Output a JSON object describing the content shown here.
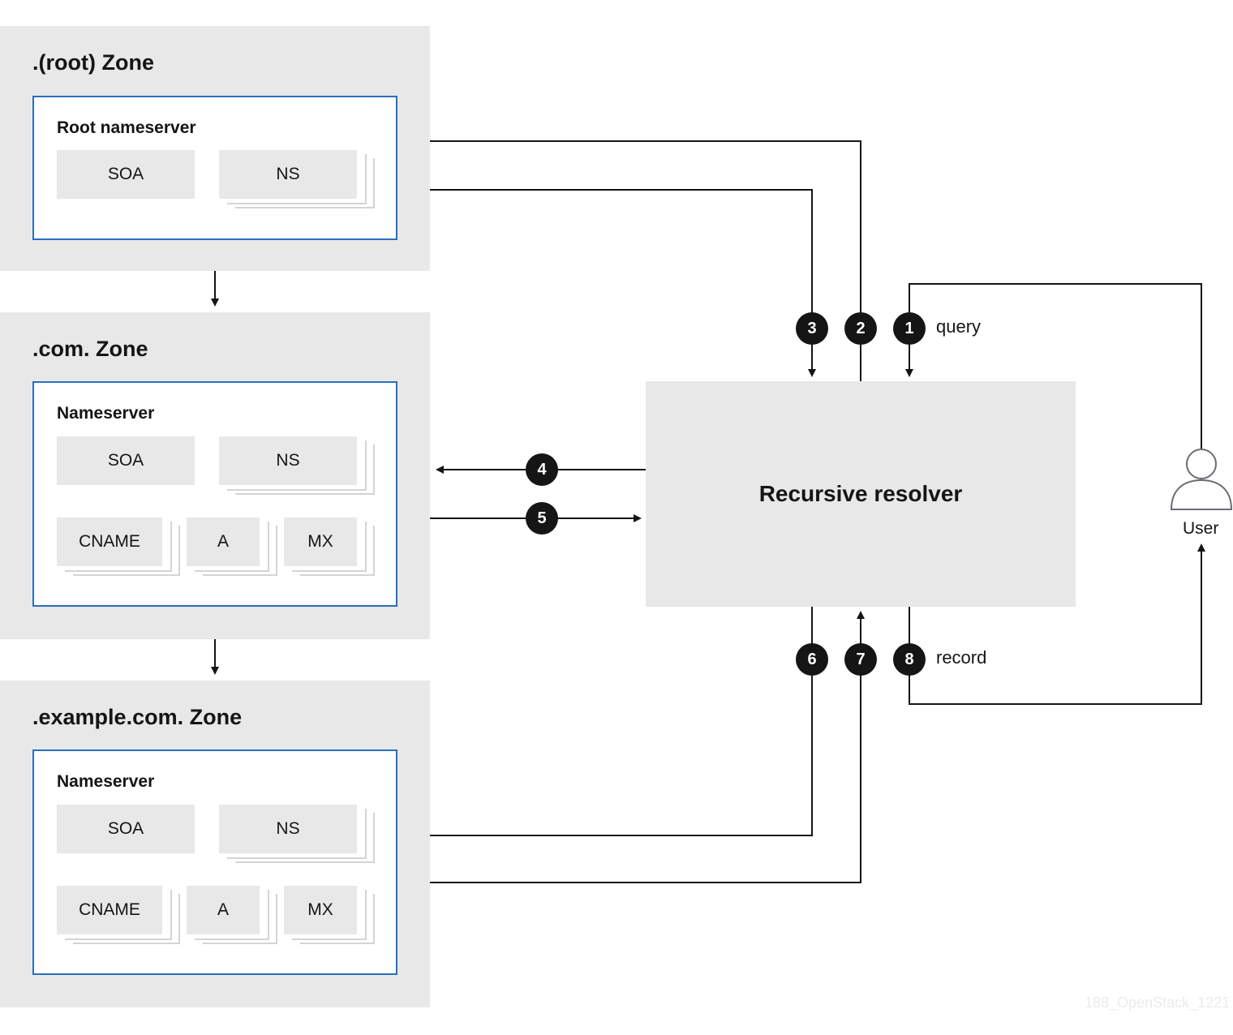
{
  "zones": [
    {
      "title": ".(root) Zone",
      "nameserver_title": "Root nameserver",
      "records": [
        "SOA",
        "NS"
      ]
    },
    {
      "title": ".com. Zone",
      "nameserver_title": "Nameserver",
      "records": [
        "SOA",
        "NS",
        "CNAME",
        "A",
        "MX"
      ]
    },
    {
      "title": ".example.com. Zone",
      "nameserver_title": "Nameserver",
      "records": [
        "SOA",
        "NS",
        "CNAME",
        "A",
        "MX"
      ]
    }
  ],
  "resolver": {
    "label": "Recursive resolver"
  },
  "user": {
    "label": "User",
    "icon": "user-icon"
  },
  "steps": [
    {
      "number": "1",
      "label": "query"
    },
    {
      "number": "2",
      "label": ""
    },
    {
      "number": "3",
      "label": ""
    },
    {
      "number": "4",
      "label": ""
    },
    {
      "number": "5",
      "label": ""
    },
    {
      "number": "6",
      "label": ""
    },
    {
      "number": "7",
      "label": ""
    },
    {
      "number": "8",
      "label": "record"
    }
  ],
  "watermark": "188_OpenStack_1221",
  "colors": {
    "zone_background": "#e8e8e8",
    "nameserver_border": "#2a6ebb",
    "badge": "#151515",
    "line": "#151515"
  }
}
